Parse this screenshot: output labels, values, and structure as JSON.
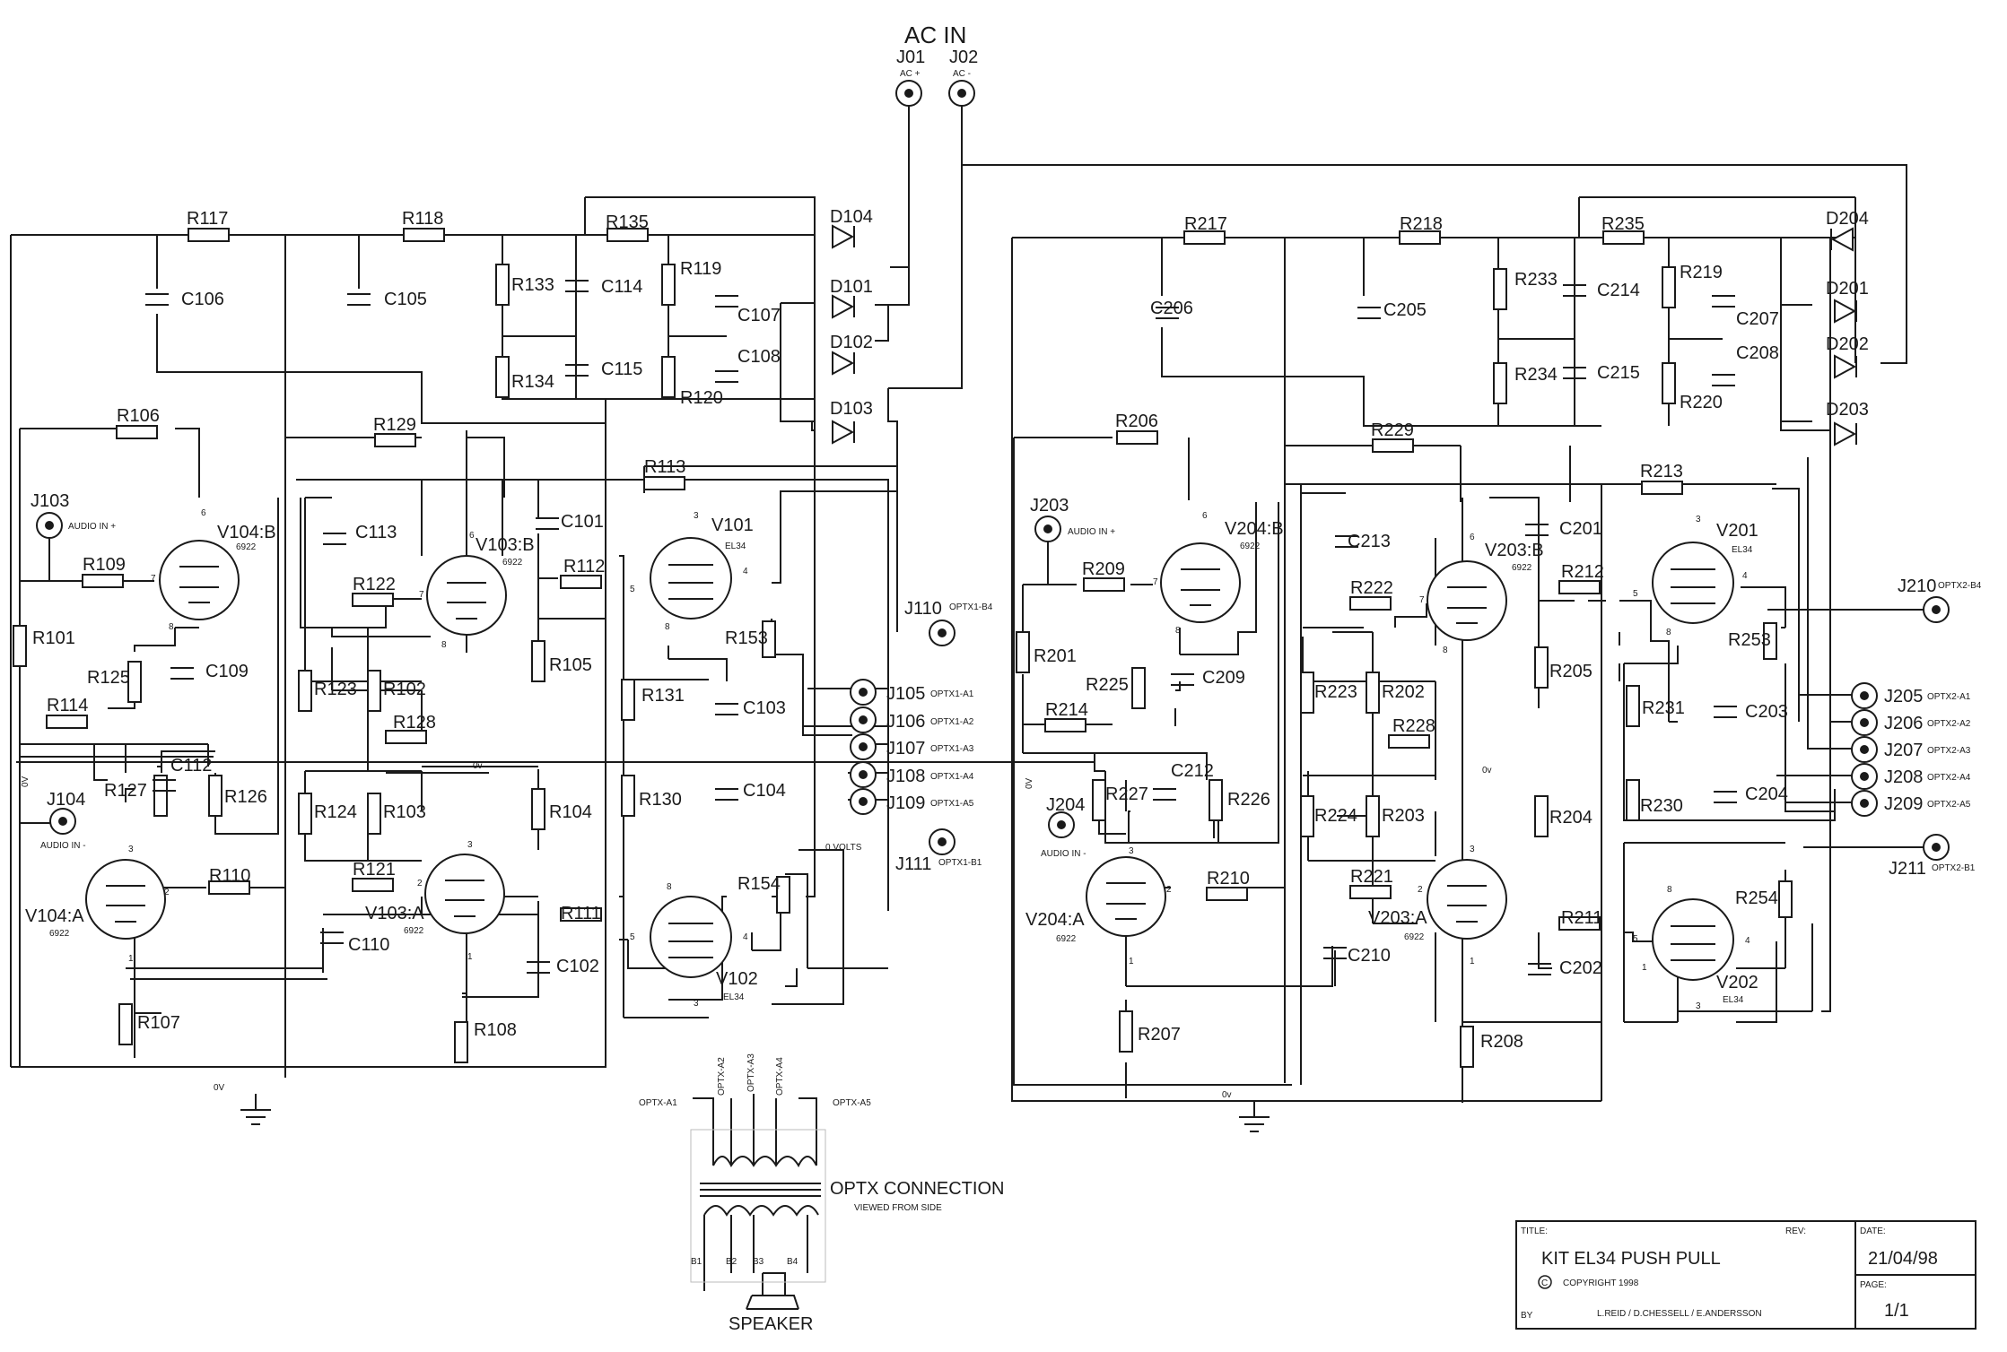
{
  "header": {
    "ac_in": "AC IN"
  },
  "connectors": {
    "J01": "J01",
    "J01_sub": "AC +",
    "J02": "J02",
    "J02_sub": "AC -",
    "J103": "J103",
    "J103_sub": "AUDIO IN +",
    "J104": "J104",
    "J104_sub": "AUDIO IN -",
    "J203": "J203",
    "J203_sub": "AUDIO IN +",
    "J204": "J204",
    "J204_sub": "AUDIO IN -",
    "J110": "J110",
    "J110_sub": "OPTX1-B4",
    "J111": "J111",
    "J111_sub": "OPTX1-B1",
    "J210": "J210",
    "J210_sub": "OPTX2-B4",
    "J211": "J211",
    "J211_sub": "OPTX2-B1",
    "J105": "J105",
    "J105_sub": "OPTX1-A1",
    "J106": "J106",
    "J106_sub": "OPTX1-A2",
    "J107": "J107",
    "J107_sub": "OPTX1-A3",
    "J108": "J108",
    "J108_sub": "OPTX1-A4",
    "J109": "J109",
    "J109_sub": "OPTX1-A5",
    "J205": "J205",
    "J205_sub": "OPTX2-A1",
    "J206": "J206",
    "J206_sub": "OPTX2-A2",
    "J207": "J207",
    "J207_sub": "OPTX2-A3",
    "J208": "J208",
    "J208_sub": "OPTX2-A4",
    "J209": "J209",
    "J209_sub": "OPTX2-A5"
  },
  "resistors": {
    "R117": "R117",
    "R118": "R118",
    "R135": "R135",
    "R133": "R133",
    "R134": "R134",
    "R119": "R119",
    "R120": "R120",
    "R106": "R106",
    "R129": "R129",
    "R113": "R113",
    "R109": "R109",
    "R101": "R101",
    "R125": "R125",
    "R114": "R114",
    "R127": "R127",
    "R126": "R126",
    "R110": "R110",
    "R107": "R107",
    "R122": "R122",
    "R123": "R123",
    "R102": "R102",
    "R128": "R128",
    "R124": "R124",
    "R103": "R103",
    "R121": "R121",
    "R108": "R108",
    "R112": "R112",
    "R105": "R105",
    "R104": "R104",
    "R111": "R111",
    "R131": "R131",
    "R130": "R130",
    "R153": "R153",
    "R154": "R154",
    "R217": "R217",
    "R218": "R218",
    "R235": "R235",
    "R233": "R233",
    "R234": "R234",
    "R219": "R219",
    "R220": "R220",
    "R206": "R206",
    "R229": "R229",
    "R213": "R213",
    "R209": "R209",
    "R201": "R201",
    "R225": "R225",
    "R214": "R214",
    "R227": "R227",
    "R226": "R226",
    "R210": "R210",
    "R207": "R207",
    "R222": "R222",
    "R223": "R223",
    "R202": "R202",
    "R228": "R228",
    "R224": "R224",
    "R203": "R203",
    "R221": "R221",
    "R208": "R208",
    "R212": "R212",
    "R205": "R205",
    "R204": "R204",
    "R211": "R211",
    "R231": "R231",
    "R230": "R230",
    "R253": "R253",
    "R254": "R254"
  },
  "capacitors": {
    "C106": "C106",
    "C105": "C105",
    "C114": "C114",
    "C115": "C115",
    "C107": "C107",
    "C108": "C108",
    "C113": "C113",
    "C101": "C101",
    "C109": "C109",
    "C112": "C112",
    "C110": "C110",
    "C102": "C102",
    "C103": "C103",
    "C104": "C104",
    "C206": "C206",
    "C205": "C205",
    "C214": "C214",
    "C215": "C215",
    "C207": "C207",
    "C208": "C208",
    "C213": "C213",
    "C201": "C201",
    "C209": "C209",
    "C212": "C212",
    "C210": "C210",
    "C202": "C202",
    "C203": "C203",
    "C204": "C204"
  },
  "diodes": {
    "D104": "D104",
    "D101": "D101",
    "D102": "D102",
    "D103": "D103",
    "D204": "D204",
    "D201": "D201",
    "D202": "D202",
    "D203": "D203"
  },
  "tubes": {
    "V104B": "V104:B",
    "V104A": "V104:A",
    "V103B": "V103:B",
    "V103A": "V103:A",
    "V101": "V101",
    "V102": "V102",
    "V204B": "V204:B",
    "V204A": "V204:A",
    "V203B": "V203:B",
    "V203A": "V203:A",
    "V201": "V201",
    "V202": "V202",
    "type_6922": "6922",
    "type_el34": "EL34"
  },
  "pins": {
    "p1": "1",
    "p2": "2",
    "p3": "3",
    "p4": "4",
    "p5": "5",
    "p6": "6",
    "p7": "7",
    "p8": "8"
  },
  "nets": {
    "zero_v": "0V",
    "zero_v_lower": "0v",
    "zero_volts": "0 VOLTS"
  },
  "transformer": {
    "title": "OPTX CONNECTION",
    "subtitle": "VIEWED FROM SIDE",
    "a1": "OPTX-A1",
    "a2": "OPTX-A2",
    "a3": "OPTX-A3",
    "a4": "OPTX-A4",
    "a5": "OPTX-A5",
    "b1": "B1",
    "b2": "B2",
    "b3": "B3",
    "b4": "B4",
    "speaker": "SPEAKER"
  },
  "title_block": {
    "title_label": "TITLE:",
    "title": "KIT EL34 PUSH PULL",
    "rev_label": "REV:",
    "date_label": "DATE:",
    "date": "21/04/98",
    "copyright": "COPYRIGHT 1998",
    "copyright_symbol": "C",
    "by_label": "BY",
    "authors": "L.REID / D.CHESSELL   / E.ANDERSSON",
    "page_label": "PAGE:",
    "page": "1/1"
  }
}
